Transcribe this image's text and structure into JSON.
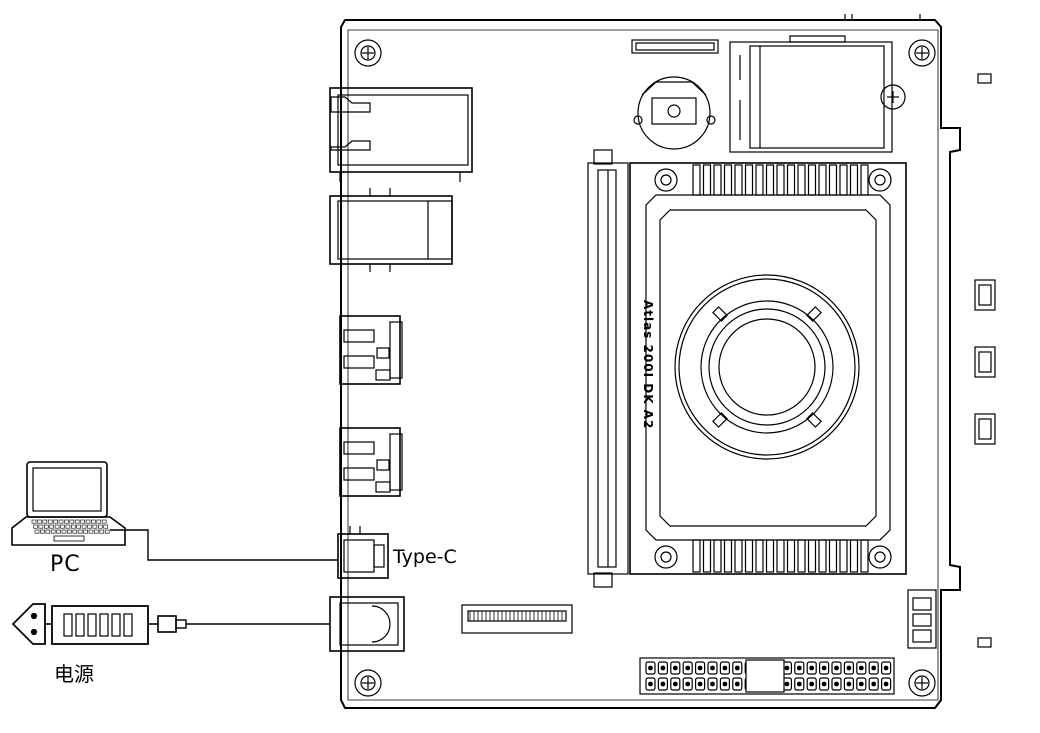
{
  "labels": {
    "pc": "PC",
    "type_c": "Type-C",
    "power": "电源",
    "board_name": "Atlas 200I DK A2"
  },
  "icons": [
    "laptop-icon",
    "power-plug-icon",
    "power-adapter-icon",
    "usb-connector-icon"
  ],
  "colors": {
    "line": "#000000",
    "background": "#ffffff",
    "fill_gray": "#e6e6e6"
  }
}
